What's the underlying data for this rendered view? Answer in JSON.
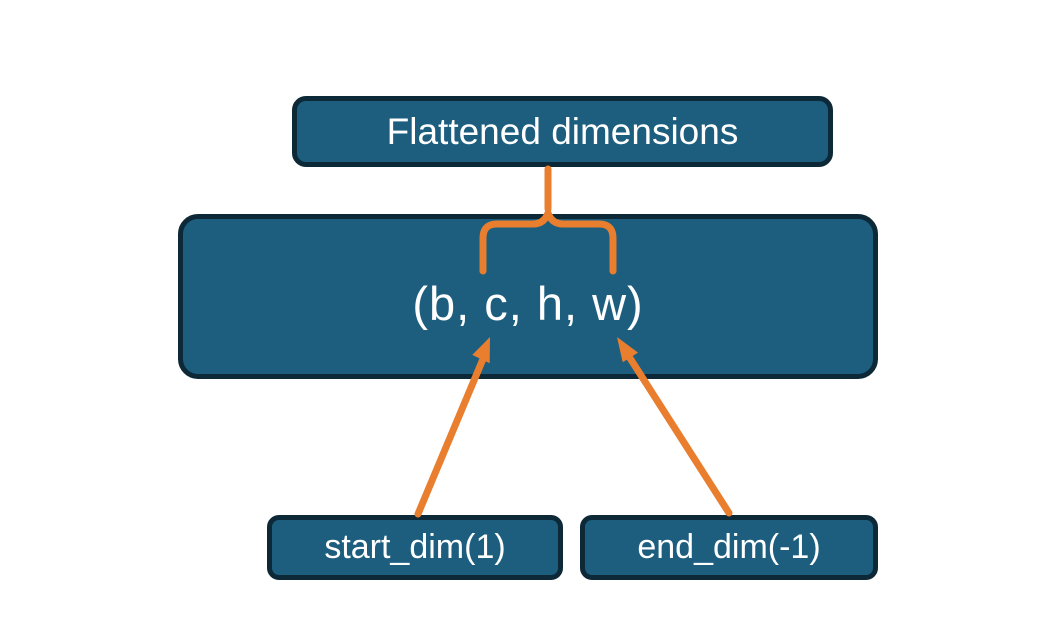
{
  "diagram": {
    "title_box": {
      "label": "Flattened dimensions"
    },
    "tuple_box": {
      "label": "(b, c, h, w)"
    },
    "start_dim_box": {
      "label": "start_dim(1)"
    },
    "end_dim_box": {
      "label": "end_dim(-1)"
    },
    "colors": {
      "box_fill": "#1d5e7f",
      "box_border": "#0d2836",
      "connector": "#e87e2e",
      "text": "#ffffff",
      "background": "#ffffff"
    }
  }
}
